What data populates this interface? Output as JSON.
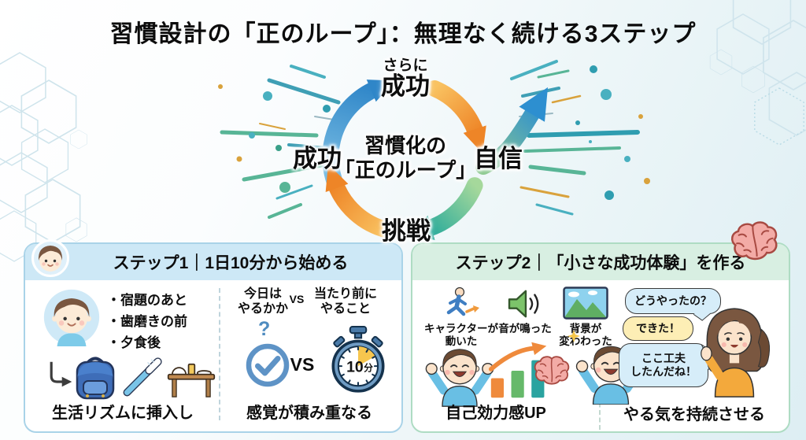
{
  "title": "習慣設計の「正のループ」：無理なく続ける3ステップ",
  "loop": {
    "top_prefix": "さらに",
    "top_label": "成功",
    "right_label": "自信",
    "bottom_label": "挑戦",
    "left_label": "成功",
    "center_line1": "習慣化の",
    "center_line2": "「正のループ」"
  },
  "step1": {
    "header": "ステップ1｜1日10分から始める",
    "bullet1": "・宿題のあと",
    "bullet2": "・歯磨きの前",
    "bullet3": "・夕食後",
    "caption_left": "生活リズムに挿入し",
    "compare_left_line1": "今日は",
    "compare_left_line2": "やるかか",
    "vs_small": "VS",
    "compare_right_line1": "当たり前に",
    "compare_right_line2": "やること",
    "question_mark": "?",
    "vs_large": "VS",
    "timer_value": "10",
    "timer_unit": "分",
    "caption_right": "感覚が積み重なる"
  },
  "step2": {
    "header": "ステップ2｜「小さな成功体験」を作る",
    "trigger1_line1": "キャラクターが",
    "trigger1_line2": "動いた",
    "trigger2_line1": "音が鳴った",
    "trigger3_line1": "背景が",
    "trigger3_line2": "変わわった",
    "caption_left": "自己効力感UP",
    "bubble1": "どうやったの？",
    "bubble2": "できた！",
    "bubble3_line1": "ここ工夫",
    "bubble3_line2": "したんだね！",
    "caption_right": "やる気を持続させる"
  },
  "colors": {
    "arrow_blue": "#2f86c8",
    "arrow_orange": "#ee8527",
    "arrow_teal": "#2aab9b",
    "step1_header_bg": "#cde8f6",
    "step2_header_bg": "#d8efe2",
    "bubble_blue": "#d6edf9",
    "bubble_yellow": "#fdeeb5",
    "timer_accent": "#f7c64e"
  }
}
